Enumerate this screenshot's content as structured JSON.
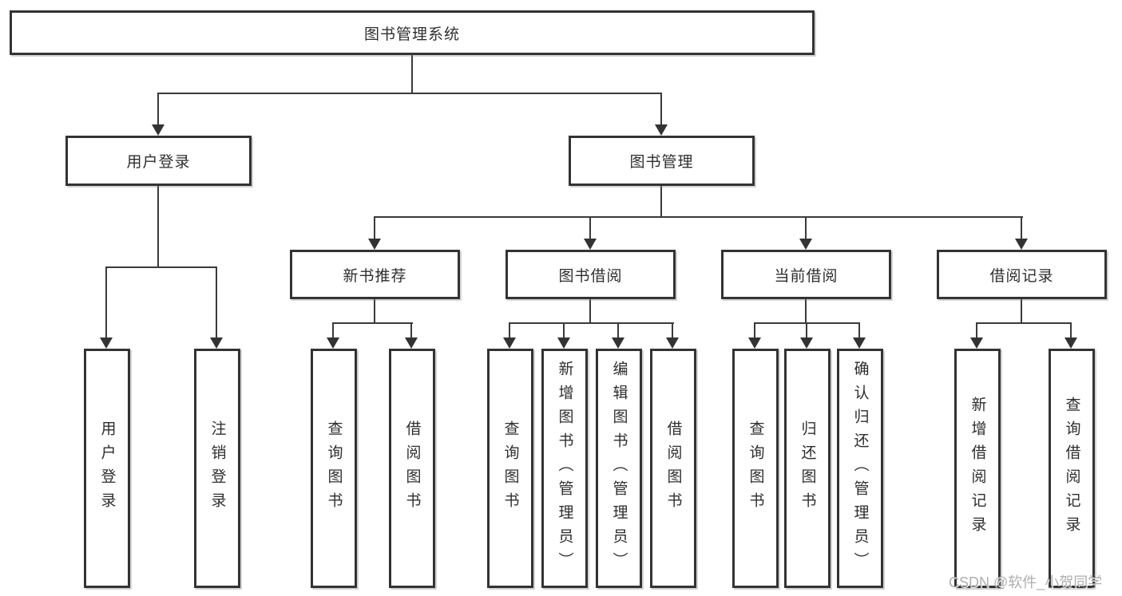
{
  "diagram": {
    "colors": {
      "box_border": "#333333",
      "text": "#2e2e2e",
      "line": "#3a3a3a",
      "watermark": "#a0a0a0",
      "background": "#ffffff"
    },
    "tree": {
      "label": "图书管理系统",
      "children": [
        {
          "label": "用户登录",
          "children": [
            {
              "label": "用户登录"
            },
            {
              "label": "注销登录"
            }
          ]
        },
        {
          "label": "图书管理",
          "children": [
            {
              "label": "新书推荐",
              "children": [
                {
                  "label": "查询图书"
                },
                {
                  "label": "借阅图书"
                }
              ]
            },
            {
              "label": "图书借阅",
              "children": [
                {
                  "label": "查询图书"
                },
                {
                  "label": "新增图书（管理员）"
                },
                {
                  "label": "编辑图书（管理员）"
                },
                {
                  "label": "借阅图书"
                }
              ]
            },
            {
              "label": "当前借阅",
              "children": [
                {
                  "label": "查询图书"
                },
                {
                  "label": "归还图书"
                },
                {
                  "label": "确认归还（管理员）"
                }
              ]
            },
            {
              "label": "借阅记录",
              "children": [
                {
                  "label": "新增借阅记录"
                },
                {
                  "label": "查询借阅记录"
                }
              ]
            }
          ]
        }
      ]
    },
    "watermark": "CSDN @软件_小贺同学"
  }
}
